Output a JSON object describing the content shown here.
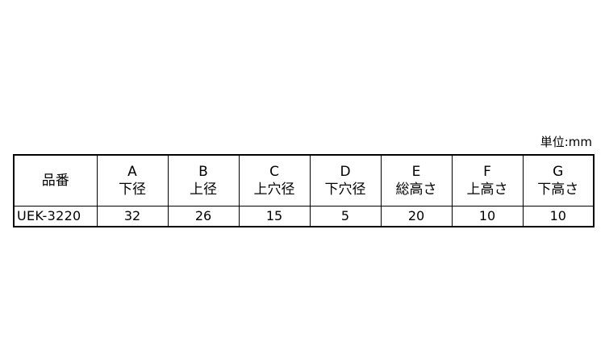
{
  "unit_label": "単位:mm",
  "table": {
    "part_header": "品番",
    "columns": [
      {
        "letter": "A",
        "name": "下径"
      },
      {
        "letter": "B",
        "name": "上径"
      },
      {
        "letter": "C",
        "name": "上穴径"
      },
      {
        "letter": "D",
        "name": "下穴径"
      },
      {
        "letter": "E",
        "name": "総高さ"
      },
      {
        "letter": "F",
        "name": "上高さ"
      },
      {
        "letter": "G",
        "name": "下高さ"
      }
    ],
    "rows": [
      {
        "part": "UEK-3220",
        "values": [
          "32",
          "26",
          "15",
          "5",
          "20",
          "10",
          "10"
        ]
      }
    ]
  }
}
